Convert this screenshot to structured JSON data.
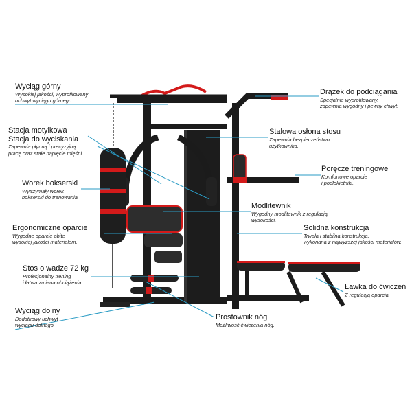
{
  "colors": {
    "frame": "#1b1b1b",
    "accent": "#d31a1a",
    "pad": "#2a2a2a",
    "callout": "#2a9bc4"
  },
  "labels": {
    "upper_pulley": {
      "title": "Wyciąg górny",
      "desc": [
        "Wysokiej jakości, wyprofilowany",
        "uchwyt wyciągu górnego."
      ]
    },
    "butterfly": {
      "title": "Stacja motylkowa",
      "desc": []
    },
    "press": {
      "title": "Stacja do wyciskania",
      "desc": [
        "Zapewnia płynną i precyzyjną",
        "pracę oraz stałe napięcie mięśni."
      ]
    },
    "boxing_bag": {
      "title": "Worek bokserski",
      "desc": [
        "Wytrzymały worek",
        "bokserski do trenowania."
      ]
    },
    "backrest": {
      "title": "Ergonomiczne oparcie",
      "desc": [
        "Wygodne oparcie obite",
        "wysokiej jakości materiałem."
      ]
    },
    "weight_stack": {
      "title": "Stos o wadze 72 kg",
      "desc": [
        "Profesjonalny trening",
        "i łatwa zmiana obciążenia."
      ]
    },
    "lower_pulley": {
      "title": "Wyciąg dolny",
      "desc": [
        "Dodatkowy uchwyt",
        "wyciągu dolnego."
      ]
    },
    "pullup_bar": {
      "title": "Drążek do podciągania",
      "desc": [
        "Specjalnie wyprofilowany,",
        "zapewnia wygodny i pewny chwyt."
      ]
    },
    "steel_cover": {
      "title": "Stalowa osłona stosu",
      "desc": [
        "Zapewnia bezpieczeństwo",
        "użytkownika."
      ]
    },
    "dip_handles": {
      "title": "Poręcze treningowe",
      "desc": [
        "Komfortowe oparcie",
        "i podłokietniki."
      ]
    },
    "butterfly_pad": {
      "title": "Modlitewnik",
      "desc": [
        "Wygodny modlitewnik z regulacją",
        "wysokości."
      ]
    },
    "construction": {
      "title": "Solidna konstrukcja",
      "desc": [
        "Trwała i stabilna konstrukcja,",
        "wykonana z najwyższej jakości materiałów."
      ]
    },
    "bench": {
      "title": "Ławka do ćwiczeń",
      "desc": [
        "Z regulacją oparcia."
      ]
    },
    "leg_extension": {
      "title": "Prostownik nóg",
      "desc": [
        "Możliwość ćwiczenia nóg."
      ]
    }
  }
}
